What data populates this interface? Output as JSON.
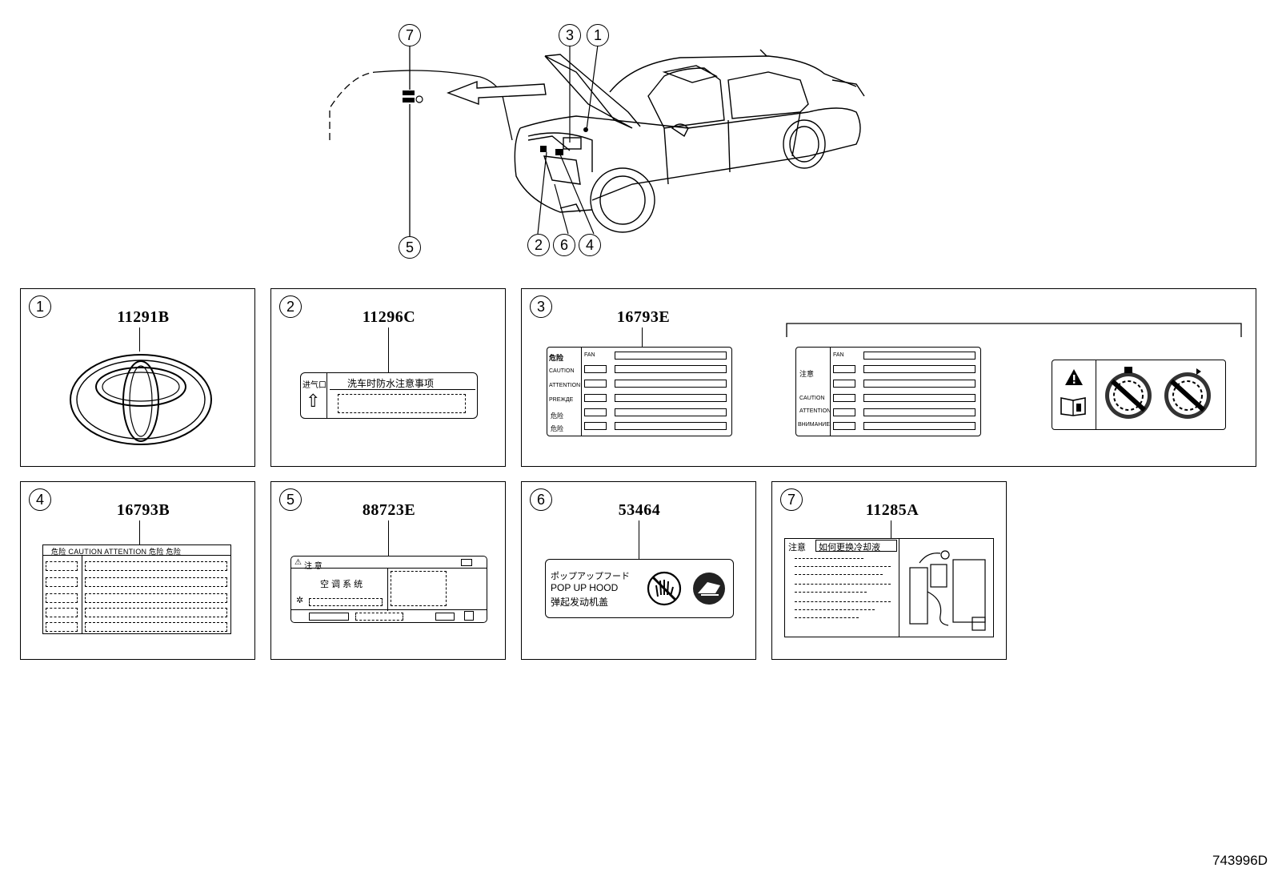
{
  "callouts": [
    "1",
    "2",
    "3",
    "4",
    "5",
    "6",
    "7"
  ],
  "parts": {
    "p1": "11291B",
    "p2": "11296C",
    "p3": "16793E",
    "p4": "16793B",
    "p5": "88723E",
    "p6": "53464",
    "p7": "11285A"
  },
  "label2": {
    "left": "进气口",
    "title": "洗车时防水注意事项"
  },
  "label3a": {
    "rows": [
      "危险",
      "CAUTION",
      "ATTENTION",
      "PRЕЖДЕ",
      "危险",
      "危险"
    ],
    "tag": "FAN"
  },
  "label3b": {
    "rows": [
      "注意",
      "CAUTION",
      "ATTENTION",
      "ВНИМАНИЕ"
    ],
    "tag": "FAN"
  },
  "label4": {
    "header": "危险  CAUTION  ATTENTION  危险  危险"
  },
  "label5": {
    "header": "注 意",
    "line1": "空 调 系 统"
  },
  "label6": {
    "jp": "ポップアップフード",
    "en": "POP UP HOOD",
    "cn": "弹起发动机盖"
  },
  "label7": {
    "warn": "注意",
    "title": "如何更换冷却液"
  },
  "figure_id": "743996D"
}
